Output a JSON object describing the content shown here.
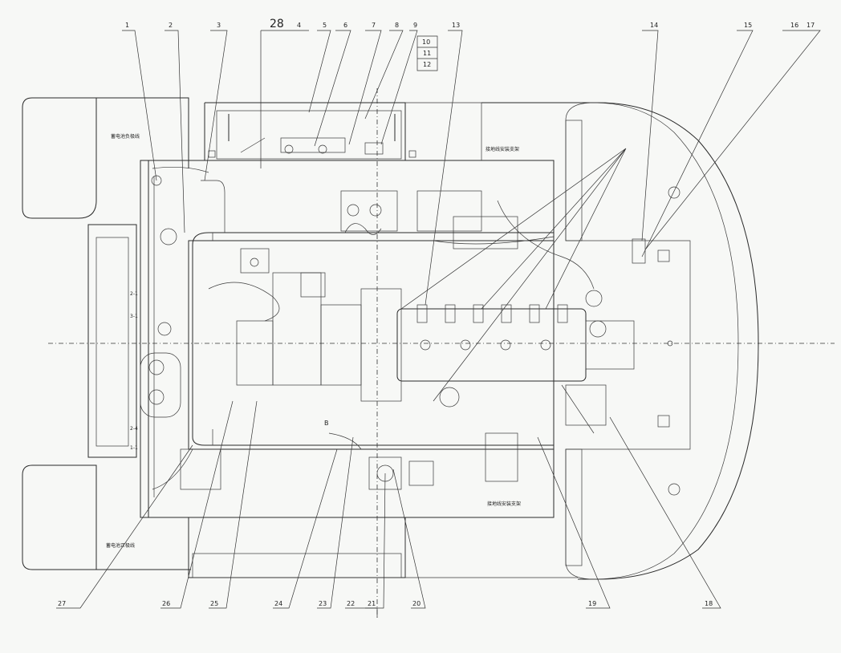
{
  "callouts_top": [
    "1",
    "2",
    "3",
    "4",
    "5",
    "6",
    "7",
    "8",
    "9",
    "10",
    "11",
    "12",
    "13",
    "14",
    "15",
    "16",
    "17"
  ],
  "callouts_bottom": [
    "27",
    "26",
    "25",
    "24",
    "23",
    "22",
    "21",
    "20",
    "19",
    "18"
  ],
  "big_label": "28",
  "small_label_B": "B",
  "cjk_labels": {
    "top_left": "蓄电池负极线",
    "bottom_left": "蓄电池正极线",
    "top_right": "接地线安装支架"
  }
}
